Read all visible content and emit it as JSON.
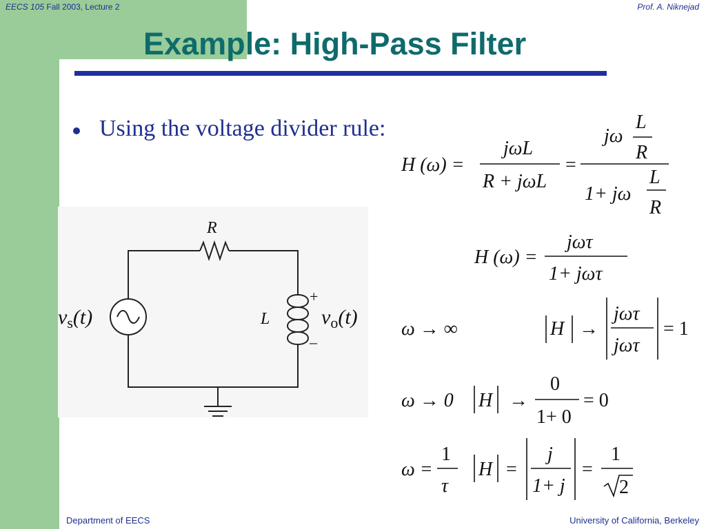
{
  "header": {
    "course": "EECS 105",
    "term": "Fall 2003, Lecture 2",
    "author": "Prof. A. Niknejad"
  },
  "slide": {
    "title": "Example:  High-Pass Filter",
    "bullet": "Using the voltage divider rule:"
  },
  "circuit": {
    "resistor_label": "R",
    "inductor_label": "L",
    "source_label": "v",
    "source_sub": "s",
    "source_arg": "(t)",
    "output_label": "v",
    "output_sub": "o",
    "output_arg": "(t)",
    "plus": "+",
    "minus": "–"
  },
  "equations": {
    "eq1": {
      "lhs": "H (ω) =",
      "num": "jωL",
      "den": "R + jωL",
      "eq": "=",
      "num2": "jω",
      "frac_L": "L",
      "frac_R": "R",
      "den2": "1+ jω"
    },
    "eq2": {
      "lhs": "H (ω) =",
      "num": "jωτ",
      "den": "1+ jωτ"
    },
    "eq3": {
      "cond": "ω → ∞",
      "absH": "H",
      "arrow": "→",
      "num": "jωτ",
      "den": "jωτ",
      "res": "= 1"
    },
    "eq4": {
      "cond": "ω → 0",
      "absH": "H",
      "arrow": "→",
      "num": "0",
      "den": "1+ 0",
      "res": "= 0"
    },
    "eq5": {
      "cond_lhs": "ω =",
      "cond_num": "1",
      "cond_den": "τ",
      "absH": "H",
      "eq": "=",
      "num": "j",
      "den": "1+ j",
      "eq2": "=",
      "res_num": "1",
      "res_den": "2"
    }
  },
  "footer": {
    "left": "Department of EECS",
    "right": "University of California, Berkeley"
  }
}
